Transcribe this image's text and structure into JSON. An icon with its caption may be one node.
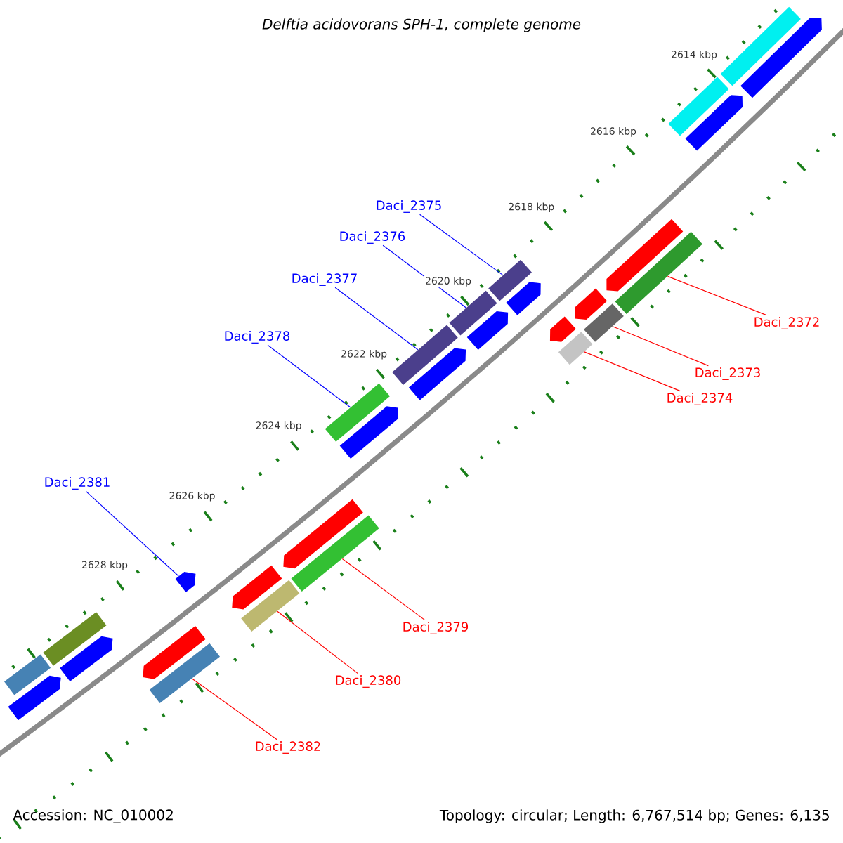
{
  "diagram": {
    "title": "Delftia acidovorans SPH-1, complete genome",
    "nodes": [
      {
        "text": [
          "Daci_2375"
        ]
      },
      {
        "text": [
          "Daci_2376"
        ]
      },
      {
        "text": [
          "Daci_2377"
        ]
      },
      {
        "text": [
          "Daci_2372"
        ]
      },
      {
        "text": [
          "Daci_2378"
        ]
      },
      {
        "text": [
          "Daci_2373"
        ]
      },
      {
        "text": [
          "Daci_2374"
        ]
      },
      {
        "text": [
          "Daci_2381"
        ]
      },
      {
        "text": [
          "Daci_2379"
        ]
      },
      {
        "text": [
          "Daci_2380"
        ]
      },
      {
        "text": [
          "Daci_2382"
        ]
      },
      {
        "text": [],
        "shape": "box"
      },
      {
        "text": [],
        "shape": "pentagon"
      },
      {
        "text": [],
        "shape": "box"
      },
      {
        "text": [],
        "shape": "pentagon"
      },
      {
        "text": [],
        "shape": "pentagon"
      },
      {
        "text": [],
        "shape": "box"
      },
      {
        "text": [],
        "shape": "pentagon"
      },
      {
        "text": [],
        "shape": "pentagon"
      },
      {
        "text": [],
        "shape": "box"
      },
      {
        "text": [],
        "shape": "pentagon"
      },
      {
        "text": [],
        "shape": "box"
      },
      {
        "text": [],
        "shape": "box"
      },
      {
        "text": [],
        "shape": "pentagon"
      },
      {
        "text": [],
        "shape": "box"
      },
      {
        "text": [],
        "shape": "pentagon"
      },
      {
        "text": [],
        "shape": "box"
      },
      {
        "text": [],
        "shape": "pentagon"
      },
      {
        "text": [],
        "shape": "box"
      },
      {
        "text": [],
        "shape": "pentagon"
      },
      {
        "text": [],
        "shape": "pentagon"
      },
      {
        "text": [],
        "shape": "box"
      },
      {
        "text": [],
        "shape": "pentagon"
      },
      {
        "text": [],
        "shape": "box"
      },
      {
        "text": [],
        "shape": "pentagon"
      },
      {
        "text": [],
        "shape": "box"
      },
      {
        "text": [],
        "shape": "box"
      },
      {
        "text": [],
        "shape": "pentagon"
      },
      {
        "text": [],
        "shape": "box"
      },
      {
        "text": [],
        "shape": "pentagon"
      }
    ],
    "edges": [
      {
        "from": 0,
        "to": 28,
        "arrow": "none",
        "color": "#0000ff"
      },
      {
        "from": 1,
        "to": 26,
        "arrow": "none",
        "color": "#0000ff"
      },
      {
        "from": 2,
        "to": 24,
        "arrow": "none",
        "color": "#0000ff"
      },
      {
        "from": 3,
        "to": 35,
        "arrow": "none"
      },
      {
        "from": 4,
        "to": 22,
        "arrow": "none",
        "color": "#0000ff"
      },
      {
        "from": 5,
        "to": 33,
        "arrow": "none"
      },
      {
        "from": 6,
        "to": 31,
        "arrow": "none"
      },
      {
        "from": 7,
        "to": 17,
        "arrow": "none",
        "color": "#0000ff"
      },
      {
        "from": 8,
        "to": 21,
        "arrow": "none"
      },
      {
        "from": 9,
        "to": 19,
        "arrow": "none"
      },
      {
        "from": 10,
        "to": 16,
        "arrow": "none"
      }
    ],
    "labels": [
      "2614 kbp",
      "2616 kbp",
      "2618 kbp",
      "2620 kbp",
      "2622 kbp",
      "2624 kbp",
      "2626 kbp",
      "2628 kbp",
      "Accession: NC_010002",
      "Topology: circular; Length: 6,767,514 bp; Genes: 6,135"
    ]
  }
}
